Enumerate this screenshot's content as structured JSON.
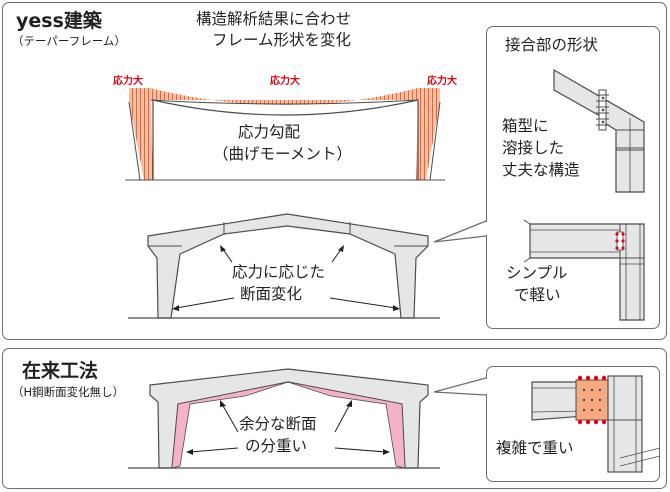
{
  "yess": {
    "title": "yess建築",
    "subtitle": "（テーパーフレーム）",
    "headline_line1": "構造解析結果に合わせ",
    "headline_line2": "フレーム形状を変化",
    "max_label_left": "応力大",
    "max_label_center": "応力大",
    "max_label_right": "応力大",
    "moment_line1": "応力勾配",
    "moment_line2": "（曲げモーメント）",
    "frame_caption_line1": "応力に応じた",
    "frame_caption_line2": "断面変化"
  },
  "joint_inset": {
    "title": "接合部の形状",
    "box_line1": "箱型に",
    "box_line2": "溶接した",
    "box_line3": "丈夫な構造",
    "simple_line1": "シンプル",
    "simple_line2": "で軽い"
  },
  "conventional": {
    "title": "在来工法",
    "subtitle": "（H鋼断面変化無し）",
    "caption_line1": "余分な断面",
    "caption_line2": "の分重い",
    "joint_caption": "複雑で重い"
  },
  "colors": {
    "frame_fill": "#e5e6e8",
    "stroke": "#4d4d4f",
    "red": "#e60012",
    "excess_pink": "#f6b3c7",
    "plate_orange": "#f7a97f"
  }
}
